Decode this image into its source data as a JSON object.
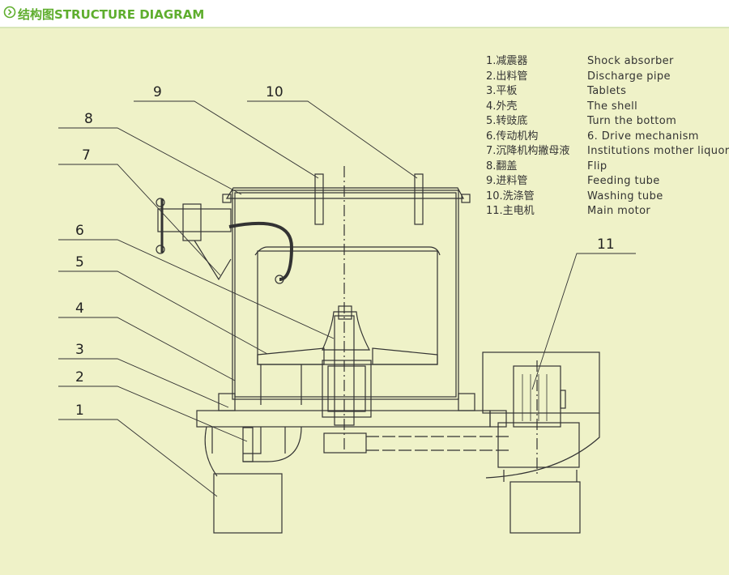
{
  "header": {
    "title": "结构图STRUCTURE DIAGRAM",
    "icon": "chevron-right-circle-icon",
    "accent": "#5fae2e"
  },
  "background": "#eff2c8",
  "line_color": "#333333",
  "callouts": [
    "1",
    "2",
    "3",
    "4",
    "5",
    "6",
    "7",
    "8",
    "9",
    "10",
    "11"
  ],
  "legend": [
    {
      "cn": "1.减震器",
      "en": "Shock absorber"
    },
    {
      "cn": "2.出料管",
      "en": "Discharge pipe"
    },
    {
      "cn": "3.平板",
      "en": "Tablets"
    },
    {
      "cn": "4.外壳",
      "en": "The shell"
    },
    {
      "cn": "5.转豉底",
      "en": "Turn the bottom"
    },
    {
      "cn": "6.传动机构",
      "en": "6. Drive mechanism"
    },
    {
      "cn": "7.沉降机构撇母液",
      "en": "Institutions mother liquor"
    },
    {
      "cn": "8.翻盖",
      "en": "Flip"
    },
    {
      "cn": "9.进料管",
      "en": "Feeding tube"
    },
    {
      "cn": "10.洗涤管",
      "en": "Washing tube"
    },
    {
      "cn": "11.主电机",
      "en": "Main motor"
    }
  ]
}
